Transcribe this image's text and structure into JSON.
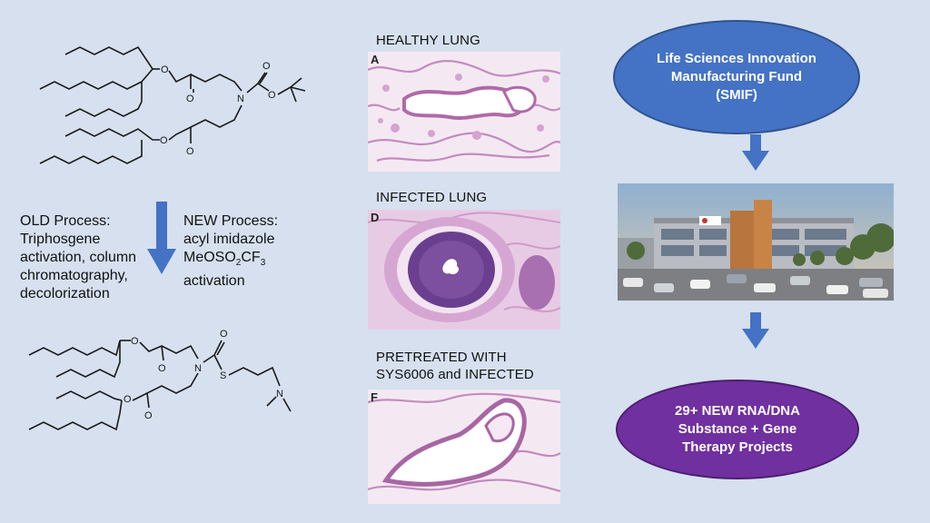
{
  "process": {
    "old_label": "OLD Process:",
    "old_lines": [
      "Triphosgene",
      "activation, column",
      "chromatography,",
      "decolorization"
    ],
    "new_label": "NEW Process:",
    "new_line1": "acyl imidazole",
    "new_line2_a": "MeOSO",
    "new_line2_sub1": "2",
    "new_line2_b": "CF",
    "new_line2_sub2": "3",
    "new_line3": "activation"
  },
  "molecules": {
    "top_atoms": [
      "O",
      "O",
      "O",
      "O",
      "N",
      "O",
      "O"
    ],
    "bottom_atoms": [
      "O",
      "O",
      "O",
      "O",
      "N",
      "O",
      "S",
      "N"
    ]
  },
  "histology": {
    "healthy": {
      "title": "HEALTHY LUNG",
      "letter": "A"
    },
    "infected": {
      "title": "INFECTED LUNG",
      "letter": "D"
    },
    "pretreated": {
      "title_line1": "PRETREATED WITH",
      "title_line2": "SYS6006 and INFECTED",
      "letter": "F"
    }
  },
  "flow": {
    "fund": "Life Sciences Innovation\nManufacturing Fund\n(SMIF)",
    "projects": "29+ NEW RNA/DNA\nSubstance + Gene\nTherapy Projects"
  },
  "colors": {
    "background": "#d6e0ef",
    "arrow": "#4472c4",
    "fund_oval": "#4472c4",
    "projects_oval": "#7030a0",
    "tissue": "#c98fc4"
  }
}
